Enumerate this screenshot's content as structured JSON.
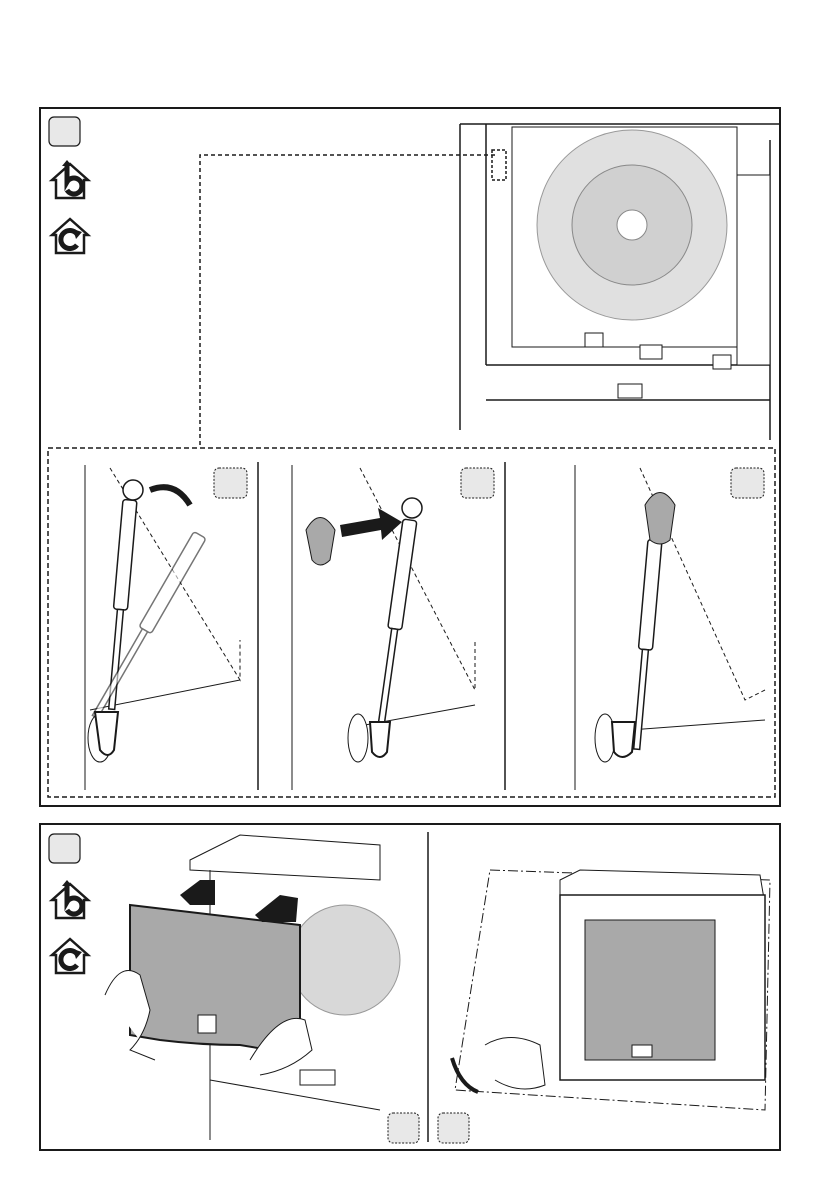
{
  "colors": {
    "line": "#1a1a1a",
    "step_box_fill": "#e8e8e8",
    "filter_gray": "#a9a9a9",
    "fan_gray": "#c8c8c8",
    "background": "#ffffff"
  },
  "icons": {
    "ducted_mode": "house-ducted-extraction-icon",
    "recirculating_mode": "house-recirculation-icon"
  },
  "sections": [
    {
      "id": "step-1",
      "sub_steps": 3
    },
    {
      "id": "step-2",
      "sub_steps": 2
    }
  ]
}
